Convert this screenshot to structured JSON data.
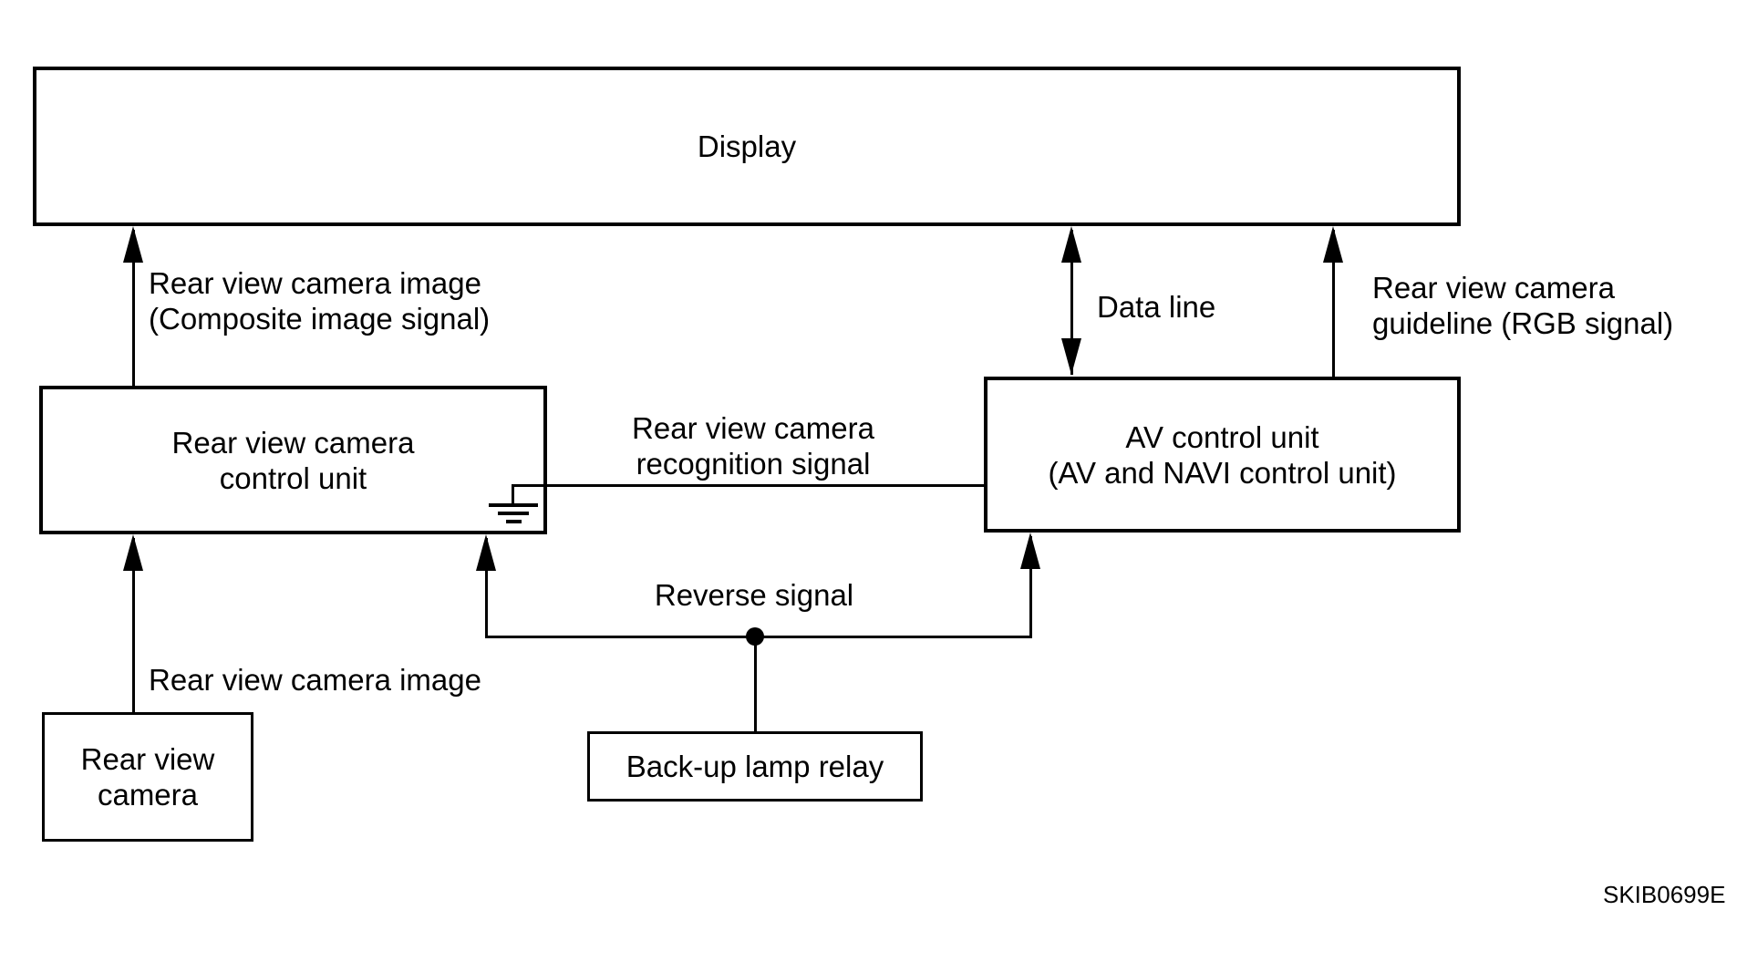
{
  "diagram": {
    "code": "SKIB0699E",
    "nodes": {
      "display": {
        "label": "Display"
      },
      "rvc_control": {
        "line1": "Rear view camera",
        "line2": "control unit"
      },
      "av_control": {
        "line1": "AV control unit",
        "line2": "(AV and NAVI control unit)"
      },
      "backup_relay": {
        "label": "Back-up lamp relay"
      },
      "rear_camera": {
        "line1": "Rear view",
        "line2": "camera"
      }
    },
    "signals": {
      "composite": {
        "line1": "Rear view camera image",
        "line2": "(Composite image signal)"
      },
      "data_line": {
        "label": "Data line"
      },
      "rgb_guideline": {
        "line1": "Rear view camera",
        "line2": "guideline (RGB signal)"
      },
      "recognition": {
        "line1": "Rear view camera",
        "line2": "recognition signal"
      },
      "reverse": {
        "label": "Reverse signal"
      },
      "camera_image": {
        "label": "Rear view camera image"
      }
    },
    "colors": {
      "ink": "#000000",
      "background": "#ffffff"
    }
  }
}
